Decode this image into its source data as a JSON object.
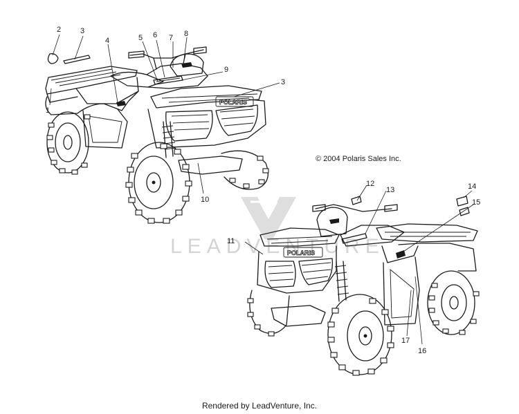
{
  "copyright": "© 2004 Polaris Sales Inc.",
  "footer": "Rendered by LeadVenture, Inc.",
  "watermark": "LEADVENTURE",
  "brand_badge": "POLARIS",
  "callouts": {
    "c1": "1",
    "c2": "2",
    "c3": "3",
    "c3b": "3",
    "c4": "4",
    "c5": "5",
    "c6": "6",
    "c7": "7",
    "c8": "8",
    "c9": "9",
    "c10": "10",
    "c11": "11",
    "c12": "12",
    "c13": "13",
    "c14": "14",
    "c15": "15",
    "c16": "16",
    "c17": "17"
  }
}
